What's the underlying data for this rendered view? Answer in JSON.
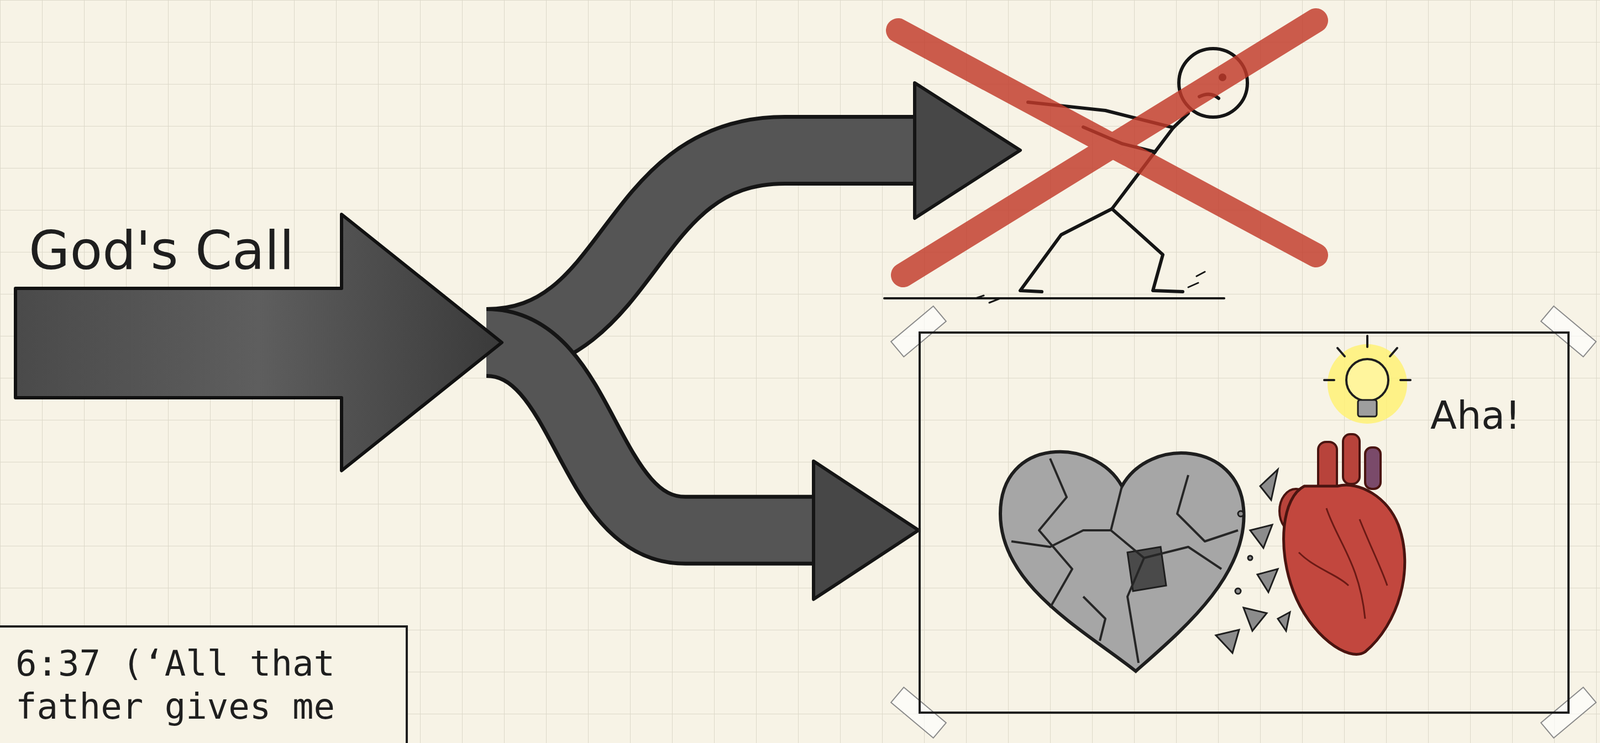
{
  "diagram": {
    "nodes": [
      {
        "text": [
          "God's Call"
        ]
      },
      {
        "text": [
          "Aha!"
        ]
      },
      {
        "text": [
          "6:37 (‘All that father gives me"
        ]
      }
    ],
    "edges": [
      {
        "from": 0,
        "to": 1,
        "arrow": "to"
      }
    ]
  }
}
